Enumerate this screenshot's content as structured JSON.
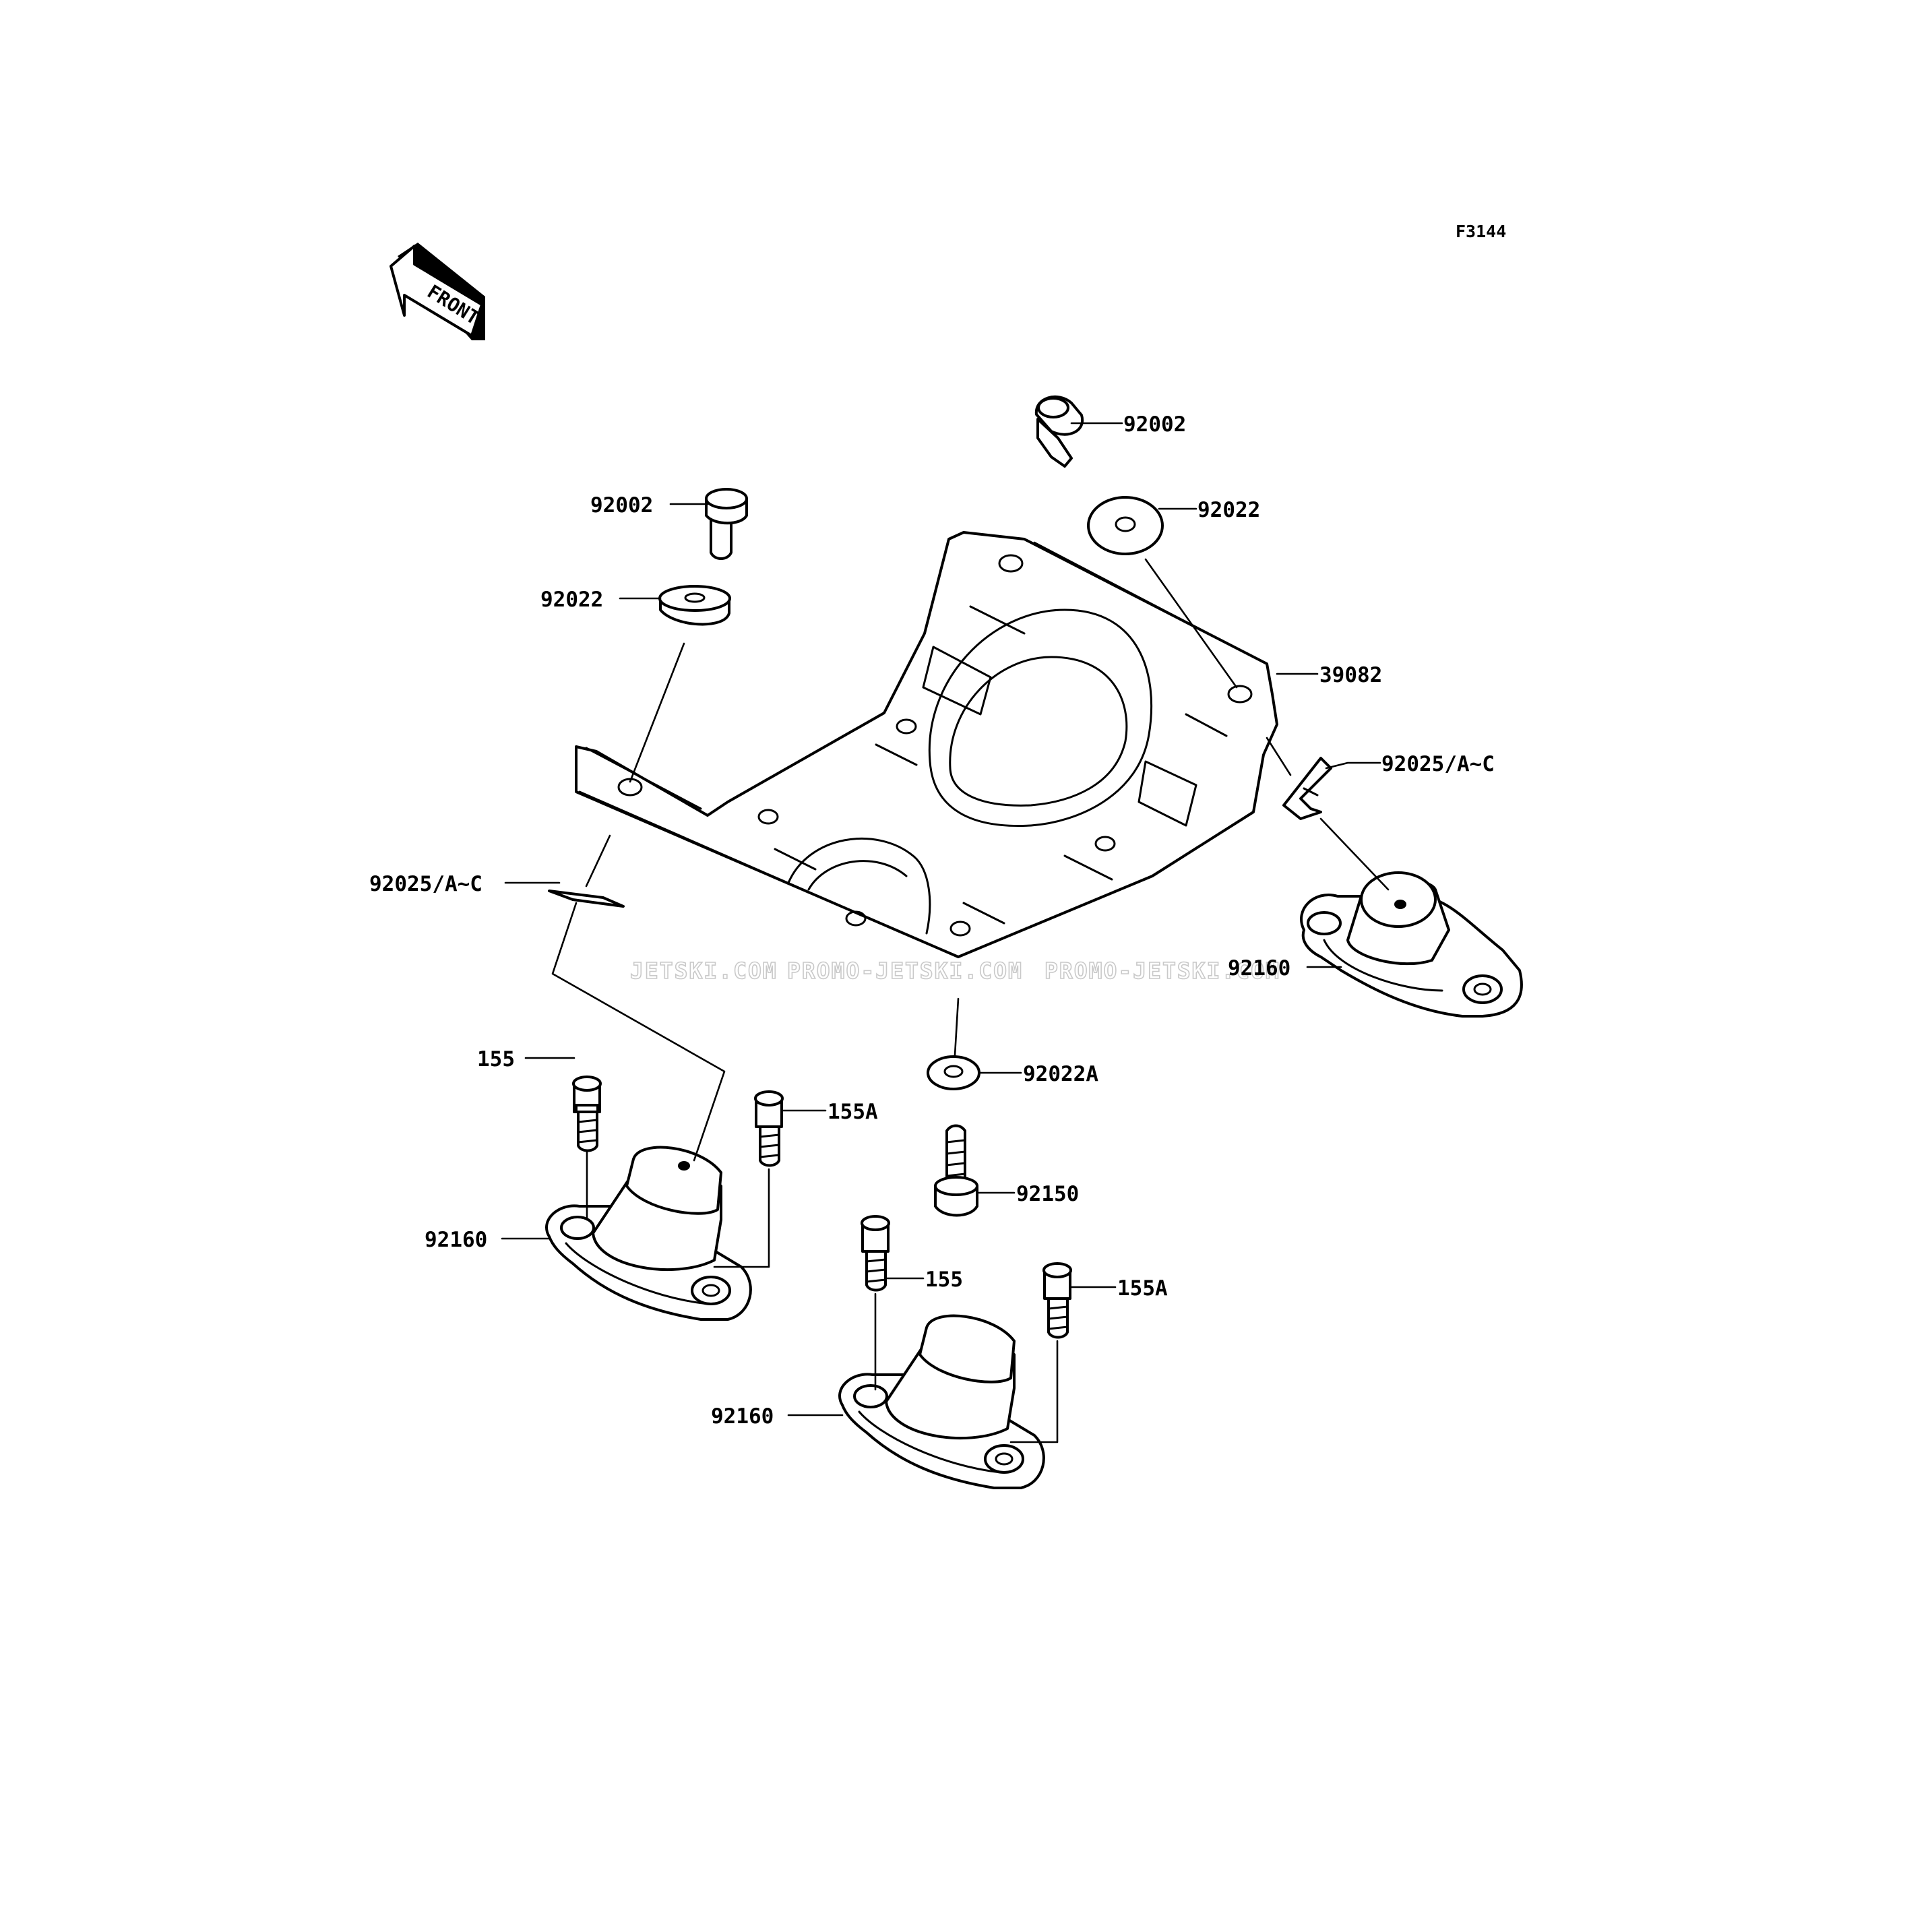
{
  "figure_code": "F3144",
  "front_label": "FRONT",
  "watermarks": [
    "JETSKI.COM",
    "PROMO-JETSKI.COM",
    "PROMO-JETSKI.COM"
  ],
  "callouts": {
    "bolt_top_right": "92002",
    "bolt_top_left": "92002",
    "washer_top_right": "92022",
    "washer_top_left": "92022",
    "bracket": "39082",
    "shim_right": "92025/A~C",
    "shim_left": "92025/A~C",
    "mount_right": "92160",
    "mount_left": "92160",
    "mount_center": "92160",
    "washer_center": "92022A",
    "stud_center": "92150",
    "bolt_left_a": "155",
    "bolt_left_b": "155A",
    "bolt_center_a": "155",
    "bolt_center_b": "155A"
  }
}
